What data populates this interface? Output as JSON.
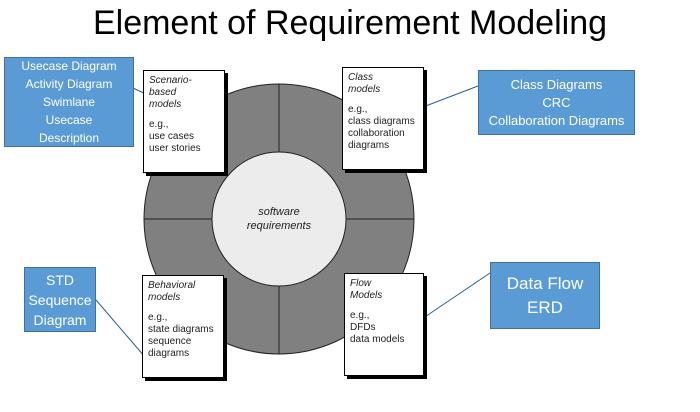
{
  "title": "Element of Requirement Modeling",
  "center": "software\nrequirements",
  "models": {
    "scenario": {
      "title": "Scenario-\nbased\nmodels",
      "eg": "e.g.,\nuse cases\nuser stories"
    },
    "class": {
      "title": "Class\nmodels",
      "eg": "e.g.,\nclass diagrams\ncollaboration\n  diagrams"
    },
    "behavioral": {
      "title": "Behavioral\nmodels",
      "eg": "e.g.,\nstate diagrams\nsequence\n  diagrams"
    },
    "flow": {
      "title": "Flow\nModels",
      "eg": "e.g.,\nDFDs\ndata models"
    }
  },
  "callouts": {
    "scenario": "Usecase Diagram\nActivity Diagram\nSwimlane\nUsecase\nDescription",
    "class": "Class Diagrams\nCRC\nCollaboration Diagrams",
    "behavioral": "STD\nSequence\nDiagram",
    "flow": "Data Flow\nERD"
  },
  "colors": {
    "ring": "#808080",
    "center": "#ececec",
    "callout": "#5b9bd5"
  }
}
